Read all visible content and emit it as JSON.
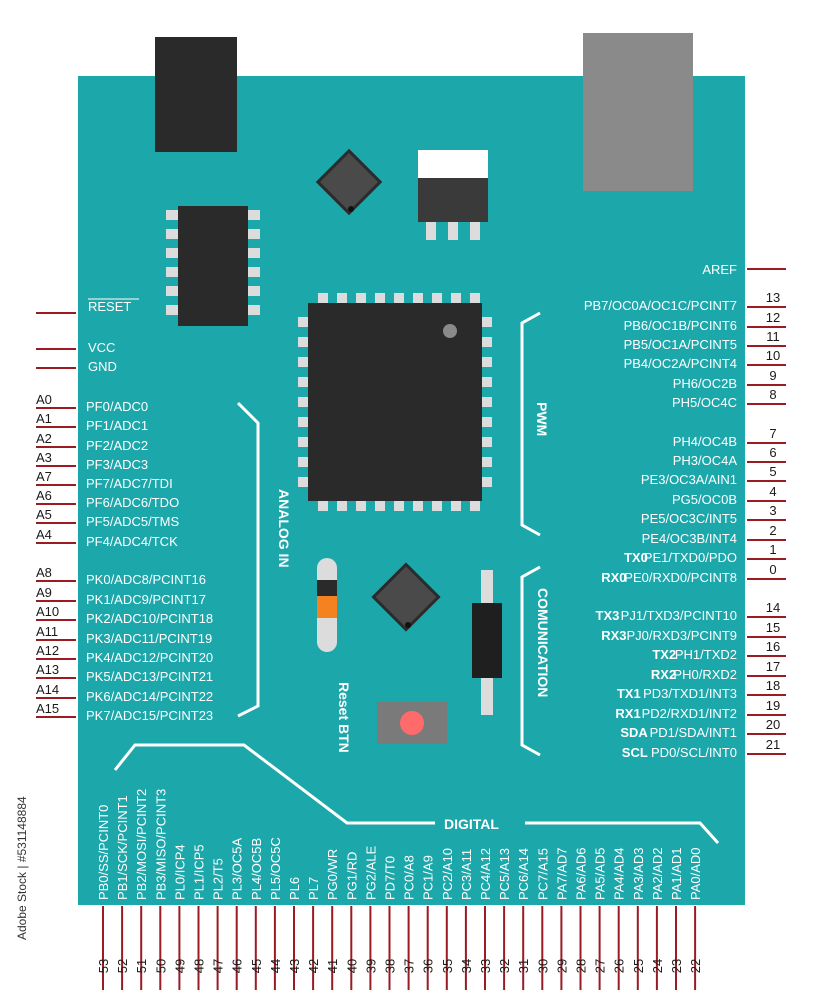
{
  "colors": {
    "board": "#1ca7ab",
    "chip": "#3d3d3d",
    "pin": "#9b1b22",
    "pad": "#dcdcdc",
    "usb": "#8a8a8a",
    "text": "#ffffff",
    "label": "#1a1a1a",
    "reset": "#ff6b6b",
    "resist": "#f58220"
  },
  "watermark": {
    "side": "Adobe Stock | #531148884"
  },
  "header": {
    "aref": "AREF"
  },
  "power": {
    "reset": "RESET",
    "vcc": "VCC",
    "gnd": "GND"
  },
  "sections": {
    "analog": "ANALOG IN",
    "pwm": "PWM",
    "comm": "COMUNICATION",
    "digital": "DIGITAL",
    "reset_btn": "Reset BTN"
  },
  "analog_pins": [
    {
      "pin": "A0",
      "func": "PF0/ADC0"
    },
    {
      "pin": "A1",
      "func": "PF1/ADC1"
    },
    {
      "pin": "A2",
      "func": "PF2/ADC2"
    },
    {
      "pin": "A3",
      "func": "PF3/ADC3"
    },
    {
      "pin": "A7",
      "func": "PF7/ADC7/TDI"
    },
    {
      "pin": "A6",
      "func": "PF6/ADC6/TDO"
    },
    {
      "pin": "A5",
      "func": "PF5/ADC5/TMS"
    },
    {
      "pin": "A4",
      "func": "PF4/ADC4/TCK"
    },
    {
      "pin": "A8",
      "func": "PK0/ADC8/PCINT16"
    },
    {
      "pin": "A9",
      "func": "PK1/ADC9/PCINT17"
    },
    {
      "pin": "A10",
      "func": "PK2/ADC10/PCINT18"
    },
    {
      "pin": "A11",
      "func": "PK3/ADC11/PCINT19"
    },
    {
      "pin": "A12",
      "func": "PK4/ADC12/PCINT20"
    },
    {
      "pin": "A13",
      "func": "PK5/ADC13/PCINT21"
    },
    {
      "pin": "A14",
      "func": "PK6/ADC14/PCINT22"
    },
    {
      "pin": "A15",
      "func": "PK7/ADC15/PCINT23"
    }
  ],
  "pwm_pins": [
    {
      "num": "13",
      "func": "PB7/OC0A/OC1C/PCINT7"
    },
    {
      "num": "12",
      "func": "PB6/OC1B/PCINT6"
    },
    {
      "num": "11",
      "func": "PB5/OC1A/PCINT5"
    },
    {
      "num": "10",
      "func": "PB4/OC2A/PCINT4"
    },
    {
      "num": "9",
      "func": "PH6/OC2B"
    },
    {
      "num": "8",
      "func": "PH5/OC4C"
    },
    {
      "num": "7",
      "func": "PH4/OC4B"
    },
    {
      "num": "6",
      "func": "PH3/OC4A"
    },
    {
      "num": "5",
      "func": "PE3/OC3A/AIN1"
    },
    {
      "num": "4",
      "func": "PG5/OC0B"
    },
    {
      "num": "3",
      "func": "PE5/OC3C/INT5"
    },
    {
      "num": "2",
      "func": "PE4/OC3B/INT4"
    }
  ],
  "comm_pins": [
    {
      "num": "1",
      "tag": "TX0",
      "func": "PE1/TXD0/PDO"
    },
    {
      "num": "0",
      "tag": "RX0",
      "func": "PE0/RXD0/PCINT8"
    },
    {
      "num": "14",
      "tag": "TX3",
      "func": "PJ1/TXD3/PCINT10"
    },
    {
      "num": "15",
      "tag": "RX3",
      "func": "PJ0/RXD3/PCINT9"
    },
    {
      "num": "16",
      "tag": "TX2",
      "func": "PH1/TXD2"
    },
    {
      "num": "17",
      "tag": "RX2",
      "func": "PH0/RXD2"
    },
    {
      "num": "18",
      "tag": "TX1",
      "func": "PD3/TXD1/INT3"
    },
    {
      "num": "19",
      "tag": "RX1",
      "func": "PD2/RXD1/INT2"
    },
    {
      "num": "20",
      "tag": "SDA",
      "func": "PD1/SDA/INT1"
    },
    {
      "num": "21",
      "tag": "SCL",
      "func": "PD0/SCL/INT0"
    }
  ],
  "digital_pins": [
    {
      "num": "53",
      "func": "PB0/SS/PCINT0"
    },
    {
      "num": "52",
      "func": "PB1/SCK/PCINT1"
    },
    {
      "num": "51",
      "func": "PB2/MOSI/PCINT2"
    },
    {
      "num": "50",
      "func": "PB3/MISO/PCINT3"
    },
    {
      "num": "49",
      "func": "PL0/ICP4"
    },
    {
      "num": "48",
      "func": "PL1/ICP5"
    },
    {
      "num": "47",
      "func": "PL2/T5"
    },
    {
      "num": "46",
      "func": "PL3/OC5A"
    },
    {
      "num": "45",
      "func": "PL4/OC5B"
    },
    {
      "num": "44",
      "func": "PL5/OC5C"
    },
    {
      "num": "43",
      "func": "PL6"
    },
    {
      "num": "42",
      "func": "PL7"
    },
    {
      "num": "41",
      "func": "PG0/WR"
    },
    {
      "num": "40",
      "func": "PG1/RD"
    },
    {
      "num": "39",
      "func": "PG2/ALE"
    },
    {
      "num": "38",
      "func": "PD7/T0"
    },
    {
      "num": "37",
      "func": "PC0/A8"
    },
    {
      "num": "36",
      "func": "PC1/A9"
    },
    {
      "num": "35",
      "func": "PC2/A10"
    },
    {
      "num": "34",
      "func": "PC3/A11"
    },
    {
      "num": "33",
      "func": "PC4/A12"
    },
    {
      "num": "32",
      "func": "PC5/A13"
    },
    {
      "num": "31",
      "func": "PC6/A14"
    },
    {
      "num": "30",
      "func": "PC7/A15"
    },
    {
      "num": "29",
      "func": "PA7/AD7"
    },
    {
      "num": "28",
      "func": "PA6/AD6"
    },
    {
      "num": "27",
      "func": "PA5/AD5"
    },
    {
      "num": "26",
      "func": "PA4/AD4"
    },
    {
      "num": "25",
      "func": "PA3/AD3"
    },
    {
      "num": "24",
      "func": "PA2/AD2"
    },
    {
      "num": "23",
      "func": "PA1/AD1"
    },
    {
      "num": "22",
      "func": "PA0/AD0"
    }
  ]
}
